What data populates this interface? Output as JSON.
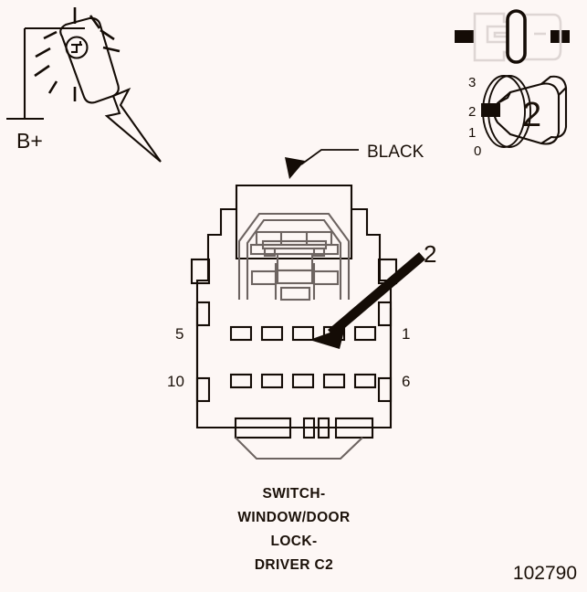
{
  "diagram": {
    "part_number": "102790",
    "background_color": "#fdf7f5",
    "line_color": "#140c06",
    "secondary_line_color": "#6d6461",
    "component_title_lines": [
      "SWITCH-",
      "WINDOW/DOOR",
      "LOCK-",
      "DRIVER C2"
    ],
    "wire_color_label": "BLACK",
    "callout_number": "2",
    "probe": {
      "terminal_label": "B+",
      "tool_name": "test-light-probe"
    },
    "connector": {
      "name": "switch-window-door-lock-driver-c2",
      "pin_count": 10,
      "rows": 2,
      "columns": 5,
      "pin_labels": {
        "top_left": "5",
        "top_right": "1",
        "bottom_left": "10",
        "bottom_right": "6"
      },
      "highlighted_pin": "2"
    },
    "key_switch": {
      "positions": [
        "3",
        "2",
        "1",
        "0"
      ],
      "selected_position": "2",
      "key_label": "2"
    }
  }
}
